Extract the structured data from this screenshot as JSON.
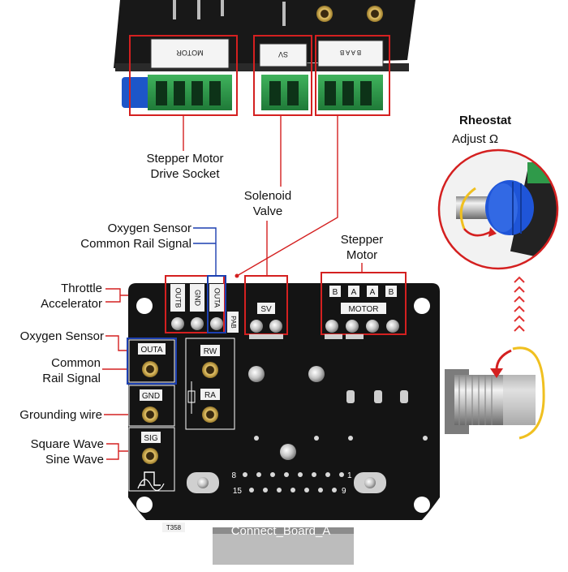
{
  "labels": {
    "stepper_drive_socket_line1": "Stepper Motor",
    "stepper_drive_socket_line2": "Drive Socket",
    "solenoid_valve_line1": "Solenoid",
    "solenoid_valve_line2": "Valve",
    "oxygen_sensor_top_line1": "Oxygen Sensor",
    "oxygen_sensor_top_line2": "Common Rail Signal",
    "stepper_motor_line1": "Stepper",
    "stepper_motor_line2": "Motor",
    "throttle_line1": "Throttle",
    "throttle_line2": "Accelerator",
    "oxygen_sensor_left": "Oxygen Sensor",
    "common_rail_line1": "Common",
    "common_rail_line2": "Rail Signal",
    "grounding_wire": "Grounding wire",
    "square_wave": "Square Wave",
    "sine_wave": "Sine Wave",
    "rheostat_title": "Rheostat",
    "rheostat_sub": "Adjust Ω"
  },
  "board": {
    "name": "Connect_Board_A",
    "code": "T358",
    "header_labels": [
      "OUTB",
      "GND",
      "OUTA",
      "PAB"
    ],
    "sv_label": "SV",
    "motor_pins": [
      "B",
      "A",
      "A",
      "B"
    ],
    "motor_label": "MOTOR",
    "outa_label": "OUTA",
    "gnd_label": "GND",
    "sig_label": "SIG",
    "rw_label": "RW",
    "ra_label": "RA",
    "pin_row_left_top": "8",
    "pin_row_right_top": "1",
    "pin_row_left_bottom": "15",
    "pin_row_right_bottom": "9"
  },
  "top_module": {
    "socket_texts": [
      "MOTOR",
      "SV",
      "B A A B"
    ]
  },
  "colors": {
    "board": "#111111",
    "callout_red": "#d42020",
    "callout_blue": "#1c3fb0",
    "connector_green": "#2f9a4a",
    "rotate_blue": "#1f55d8"
  }
}
